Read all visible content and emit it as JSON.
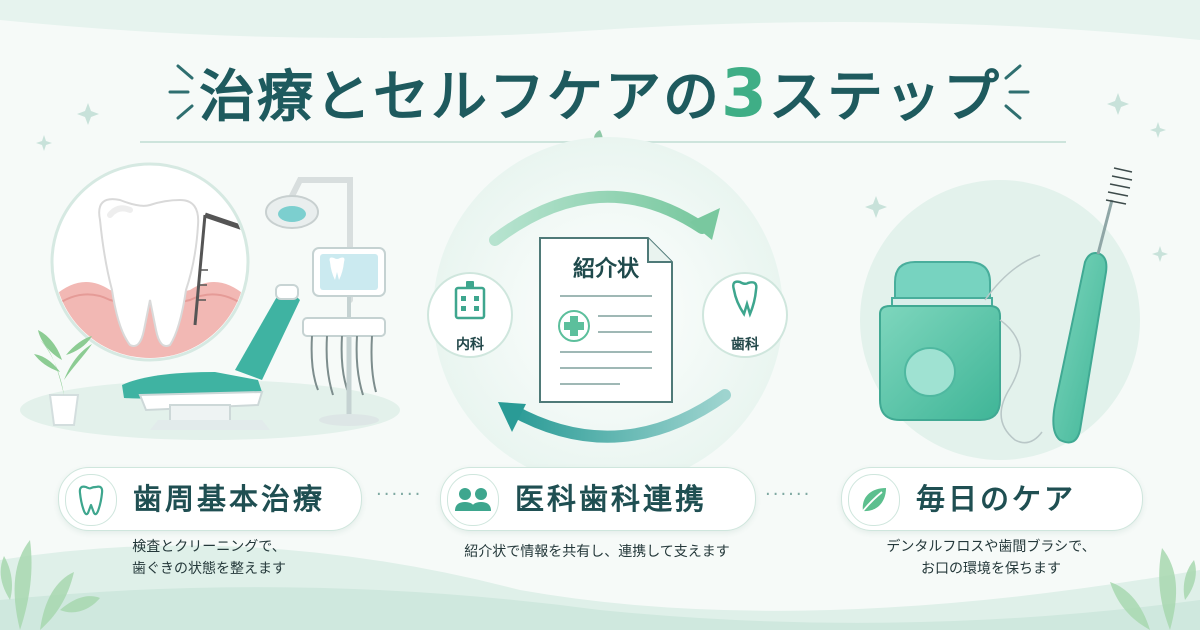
{
  "title": {
    "text": "治療とセルフケアの",
    "number": "3",
    "suffix": "ステップ"
  },
  "steps": [
    {
      "label": "歯周基本治療",
      "icon": "tooth-icon",
      "desc": [
        "検査とクリーニングで、",
        "歯ぐきの状態を整えます"
      ]
    },
    {
      "label": "医科歯科連携",
      "icon": "people-icon",
      "desc": [
        "紹介状で情報を共有し、連携して支えます"
      ]
    },
    {
      "label": "毎日のケア",
      "icon": "leaf-icon",
      "desc": [
        "デンタルフロスや歯間ブラシで、",
        "お口の環境を保ちます"
      ]
    }
  ],
  "center": {
    "document_title": "紹介状",
    "left_label": "内科",
    "right_label": "歯科"
  },
  "colors": {
    "primary": "#1e5a5e",
    "accent": "#3fae86",
    "mint": "#5cc3a6",
    "border": "#cfe6dd"
  }
}
